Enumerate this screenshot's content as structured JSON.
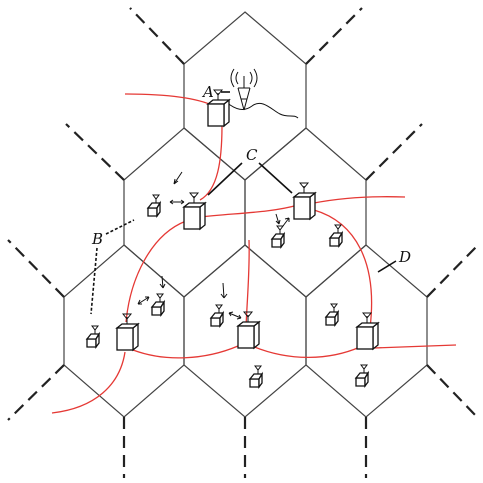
{
  "labels": {
    "a": "A",
    "b": "B",
    "c": "C",
    "d": "D"
  },
  "colors": {
    "cell_lines": "#444444",
    "cable": "#e53935",
    "ink": "#111111"
  }
}
